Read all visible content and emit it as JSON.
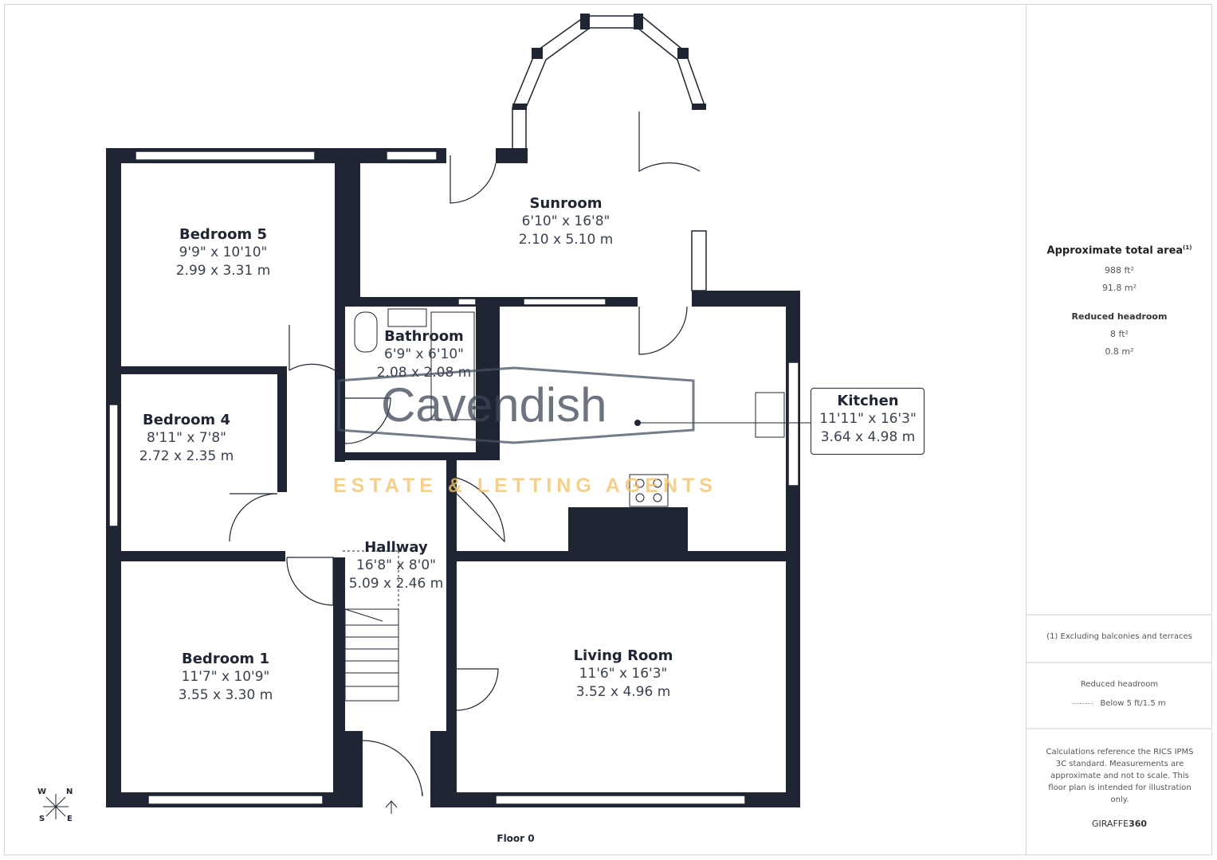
{
  "rooms": {
    "bedroom5": {
      "name": "Bedroom 5",
      "imperial": "9'9\" x 10'10\"",
      "metric": "2.99 x 3.31 m"
    },
    "sunroom": {
      "name": "Sunroom",
      "imperial": "6'10\" x 16'8\"",
      "metric": "2.10 x 5.10 m"
    },
    "bathroom": {
      "name": "Bathroom",
      "imperial": "6'9\" x 6'10\"",
      "metric": "2.08 x 2.08 m"
    },
    "bedroom4": {
      "name": "Bedroom 4",
      "imperial": "8'11\" x 7'8\"",
      "metric": "2.72 x 2.35 m"
    },
    "kitchen": {
      "name": "Kitchen",
      "imperial": "11'11\" x 16'3\"",
      "metric": "3.64 x 4.98 m"
    },
    "hallway": {
      "name": "Hallway",
      "imperial": "16'8\" x 8'0\"",
      "metric": "5.09 x 2.46 m"
    },
    "bedroom1": {
      "name": "Bedroom 1",
      "imperial": "11'7\" x 10'9\"",
      "metric": "3.55 x 3.30 m"
    },
    "living": {
      "name": "Living Room",
      "imperial": "11'6\" x 16'3\"",
      "metric": "3.52 x 4.96 m"
    }
  },
  "watermark": {
    "brand": "Cavendish",
    "tagline": "ESTATE & LETTING AGENTS",
    "brand_color": "#5a6270",
    "tagline_color": "#f2c46d"
  },
  "floor_label": "Floor 0",
  "compass": {
    "w": "W",
    "n": "N",
    "s": "S",
    "e": "E"
  },
  "panel": {
    "total_title": "Approximate total area",
    "total_sup": "(1)",
    "total_ft": "988 ft²",
    "total_m": "91.8 m²",
    "reduced_title": "Reduced headroom",
    "reduced_ft": "8 ft²",
    "reduced_m": "0.8 m²",
    "footnote": "(1) Excluding balconies and terraces",
    "legend_title": "Reduced headroom",
    "legend_item": "Below 5 ft/1.5 m",
    "disclaimer": "Calculations reference the RICS IPMS 3C standard. Measurements are approximate and not to scale. This floor plan is intended for illustration only.",
    "brand_light": "GIRAFFE",
    "brand_bold": "360"
  },
  "colors": {
    "wall": "#1f2532"
  }
}
